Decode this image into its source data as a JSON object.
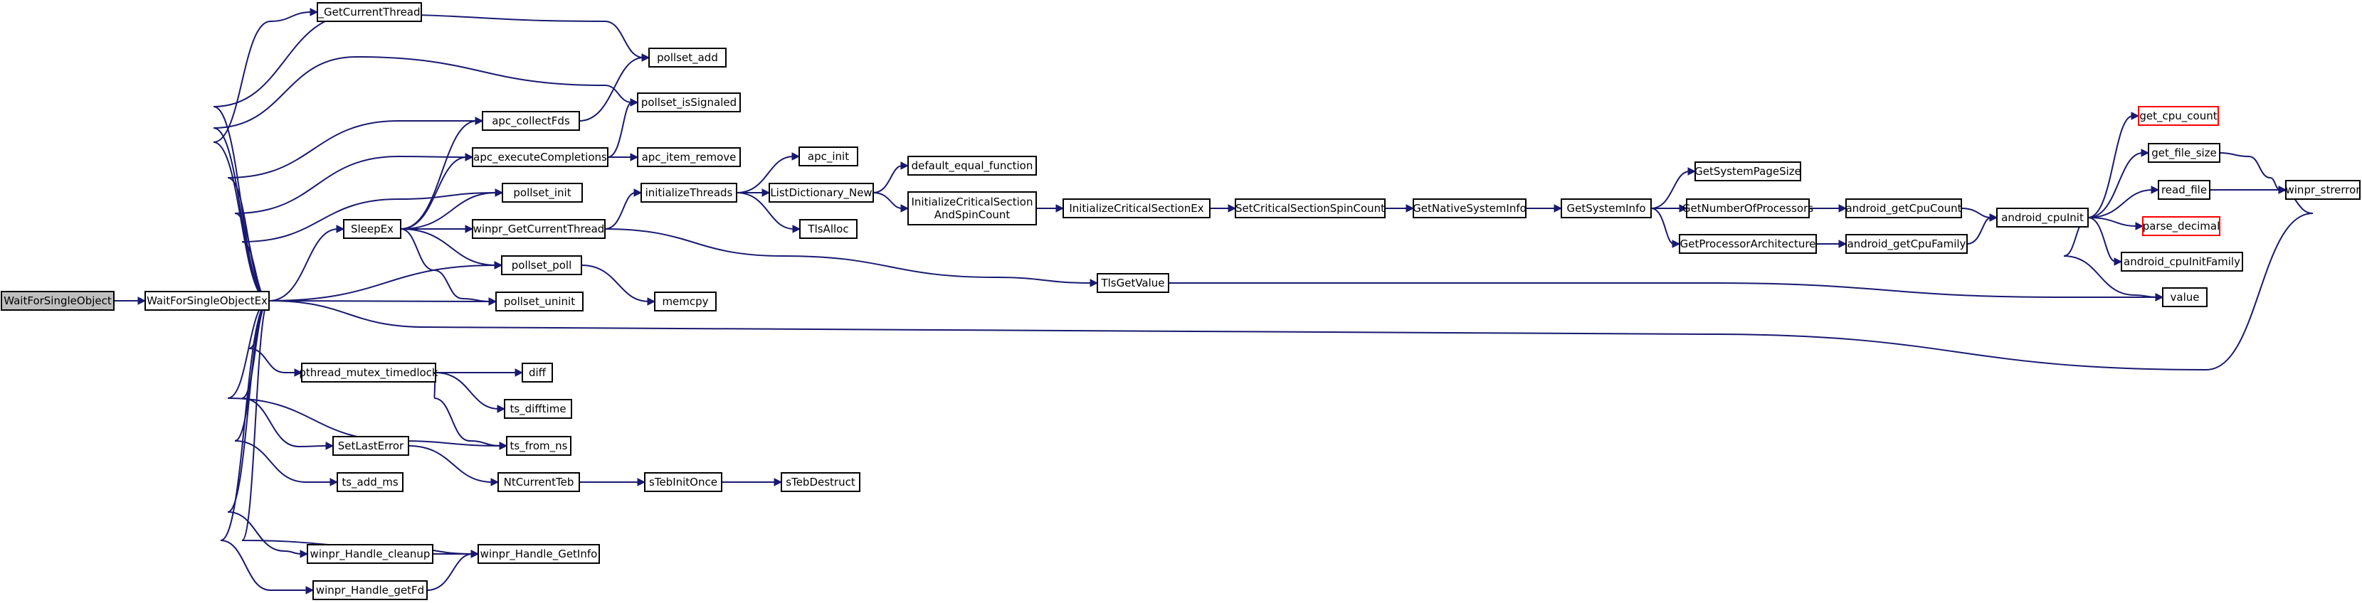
{
  "colors": {
    "edge": "#191970",
    "root_fill": "#bfbfbf",
    "node_fill": "#ffffff",
    "node_border": "#000000",
    "truncated_border": "#ff0000"
  },
  "nodes": {
    "WaitForSingleObject": {
      "label": "WaitForSingleObject",
      "root": true
    },
    "WaitForSingleObjectEx": {
      "label": "WaitForSingleObjectEx"
    },
    "_GetCurrentThread": {
      "label": "_GetCurrentThread"
    },
    "pollset_add": {
      "label": "pollset_add"
    },
    "pollset_isSignaled": {
      "label": "pollset_isSignaled"
    },
    "apc_collectFds": {
      "label": "apc_collectFds"
    },
    "apc_executeCompletions": {
      "label": "apc_executeCompletions"
    },
    "apc_item_remove": {
      "label": "apc_item_remove"
    },
    "pollset_init": {
      "label": "pollset_init"
    },
    "SleepEx": {
      "label": "SleepEx"
    },
    "winpr_GetCurrentThread": {
      "label": "winpr_GetCurrentThread"
    },
    "pollset_poll": {
      "label": "pollset_poll"
    },
    "pollset_uninit": {
      "label": "pollset_uninit"
    },
    "memcpy": {
      "label": "memcpy"
    },
    "initializeThreads": {
      "label": "initializeThreads"
    },
    "apc_init": {
      "label": "apc_init"
    },
    "ListDictionary_New": {
      "label": "ListDictionary_New"
    },
    "TlsAlloc": {
      "label": "TlsAlloc"
    },
    "default_equal_function": {
      "label": "default_equal_function"
    },
    "InitializeCriticalSectionAndSpinCount": {
      "label": [
        "InitializeCriticalSection",
        "AndSpinCount"
      ]
    },
    "InitializeCriticalSectionEx": {
      "label": "InitializeCriticalSectionEx"
    },
    "SetCriticalSectionSpinCount": {
      "label": "SetCriticalSectionSpinCount"
    },
    "GetNativeSystemInfo": {
      "label": "GetNativeSystemInfo"
    },
    "GetSystemInfo": {
      "label": "GetSystemInfo"
    },
    "GetSystemPageSize": {
      "label": "GetSystemPageSize"
    },
    "GetNumberOfProcessors": {
      "label": "GetNumberOfProcessors"
    },
    "GetProcessorArchitecture": {
      "label": "GetProcessorArchitecture"
    },
    "android_getCpuCount": {
      "label": "android_getCpuCount"
    },
    "android_getCpuFamily": {
      "label": "android_getCpuFamily"
    },
    "android_cpuInit": {
      "label": "android_cpuInit"
    },
    "get_cpu_count": {
      "label": "get_cpu_count",
      "truncated": true
    },
    "get_file_size": {
      "label": "get_file_size"
    },
    "read_file": {
      "label": "read_file"
    },
    "parse_decimal": {
      "label": "parse_decimal",
      "truncated": true
    },
    "android_cpuInitFamily": {
      "label": "android_cpuInitFamily"
    },
    "value": {
      "label": "value"
    },
    "winpr_strerror": {
      "label": "winpr_strerror"
    },
    "TlsGetValue": {
      "label": "TlsGetValue"
    },
    "pthread_mutex_timedlock": {
      "label": "pthread_mutex_timedlock"
    },
    "diff": {
      "label": "diff"
    },
    "ts_difftime": {
      "label": "ts_difftime"
    },
    "ts_from_ns": {
      "label": "ts_from_ns"
    },
    "SetLastError": {
      "label": "SetLastError"
    },
    "NtCurrentTeb": {
      "label": "NtCurrentTeb"
    },
    "sTebInitOnce": {
      "label": "sTebInitOnce"
    },
    "sTebDestruct": {
      "label": "sTebDestruct"
    },
    "ts_add_ms": {
      "label": "ts_add_ms"
    },
    "winpr_Handle_cleanup": {
      "label": "winpr_Handle_cleanup"
    },
    "winpr_Handle_GetInfo": {
      "label": "winpr_Handle_GetInfo"
    },
    "winpr_Handle_getFd": {
      "label": "winpr_Handle_getFd"
    }
  },
  "edges": [
    [
      "WaitForSingleObject",
      "WaitForSingleObjectEx"
    ],
    [
      "WaitForSingleObjectEx",
      "_GetCurrentThread"
    ],
    [
      "WaitForSingleObjectEx",
      "pollset_add"
    ],
    [
      "WaitForSingleObjectEx",
      "pollset_isSignaled"
    ],
    [
      "WaitForSingleObjectEx",
      "apc_collectFds"
    ],
    [
      "WaitForSingleObjectEx",
      "apc_executeCompletions"
    ],
    [
      "WaitForSingleObjectEx",
      "pollset_init"
    ],
    [
      "WaitForSingleObjectEx",
      "SleepEx"
    ],
    [
      "WaitForSingleObjectEx",
      "pollset_poll"
    ],
    [
      "WaitForSingleObjectEx",
      "pollset_uninit"
    ],
    [
      "WaitForSingleObjectEx",
      "winpr_strerror"
    ],
    [
      "WaitForSingleObjectEx",
      "pthread_mutex_timedlock"
    ],
    [
      "WaitForSingleObjectEx",
      "ts_from_ns"
    ],
    [
      "WaitForSingleObjectEx",
      "SetLastError"
    ],
    [
      "WaitForSingleObjectEx",
      "ts_add_ms"
    ],
    [
      "WaitForSingleObjectEx",
      "winpr_Handle_cleanup"
    ],
    [
      "WaitForSingleObjectEx",
      "winpr_Handle_GetInfo"
    ],
    [
      "WaitForSingleObjectEx",
      "winpr_Handle_getFd"
    ],
    [
      "apc_collectFds",
      "pollset_add"
    ],
    [
      "apc_executeCompletions",
      "pollset_isSignaled"
    ],
    [
      "apc_executeCompletions",
      "apc_item_remove"
    ],
    [
      "SleepEx",
      "apc_collectFds"
    ],
    [
      "SleepEx",
      "apc_executeCompletions"
    ],
    [
      "SleepEx",
      "pollset_init"
    ],
    [
      "SleepEx",
      "winpr_GetCurrentThread"
    ],
    [
      "SleepEx",
      "pollset_poll"
    ],
    [
      "SleepEx",
      "pollset_uninit"
    ],
    [
      "winpr_GetCurrentThread",
      "initializeThreads"
    ],
    [
      "winpr_GetCurrentThread",
      "TlsGetValue"
    ],
    [
      "pollset_poll",
      "memcpy"
    ],
    [
      "initializeThreads",
      "apc_init"
    ],
    [
      "initializeThreads",
      "ListDictionary_New"
    ],
    [
      "initializeThreads",
      "TlsAlloc"
    ],
    [
      "ListDictionary_New",
      "default_equal_function"
    ],
    [
      "ListDictionary_New",
      "InitializeCriticalSectionAndSpinCount"
    ],
    [
      "InitializeCriticalSectionAndSpinCount",
      "InitializeCriticalSectionEx"
    ],
    [
      "InitializeCriticalSectionEx",
      "SetCriticalSectionSpinCount"
    ],
    [
      "SetCriticalSectionSpinCount",
      "GetNativeSystemInfo"
    ],
    [
      "GetNativeSystemInfo",
      "GetSystemInfo"
    ],
    [
      "GetSystemInfo",
      "GetSystemPageSize"
    ],
    [
      "GetSystemInfo",
      "GetNumberOfProcessors"
    ],
    [
      "GetSystemInfo",
      "GetProcessorArchitecture"
    ],
    [
      "GetNumberOfProcessors",
      "android_getCpuCount"
    ],
    [
      "GetProcessorArchitecture",
      "android_getCpuFamily"
    ],
    [
      "android_getCpuCount",
      "android_cpuInit"
    ],
    [
      "android_getCpuFamily",
      "android_cpuInit"
    ],
    [
      "android_cpuInit",
      "get_cpu_count"
    ],
    [
      "android_cpuInit",
      "get_file_size"
    ],
    [
      "android_cpuInit",
      "read_file"
    ],
    [
      "android_cpuInit",
      "parse_decimal"
    ],
    [
      "android_cpuInit",
      "android_cpuInitFamily"
    ],
    [
      "android_cpuInit",
      "value"
    ],
    [
      "get_file_size",
      "winpr_strerror"
    ],
    [
      "read_file",
      "winpr_strerror"
    ],
    [
      "TlsGetValue",
      "value"
    ],
    [
      "pthread_mutex_timedlock",
      "diff"
    ],
    [
      "pthread_mutex_timedlock",
      "ts_difftime"
    ],
    [
      "pthread_mutex_timedlock",
      "ts_from_ns"
    ],
    [
      "SetLastError",
      "NtCurrentTeb"
    ],
    [
      "NtCurrentTeb",
      "sTebInitOnce"
    ],
    [
      "sTebInitOnce",
      "sTebDestruct"
    ],
    [
      "winpr_Handle_cleanup",
      "winpr_Handle_GetInfo"
    ],
    [
      "winpr_Handle_getFd",
      "winpr_Handle_GetInfo"
    ]
  ]
}
